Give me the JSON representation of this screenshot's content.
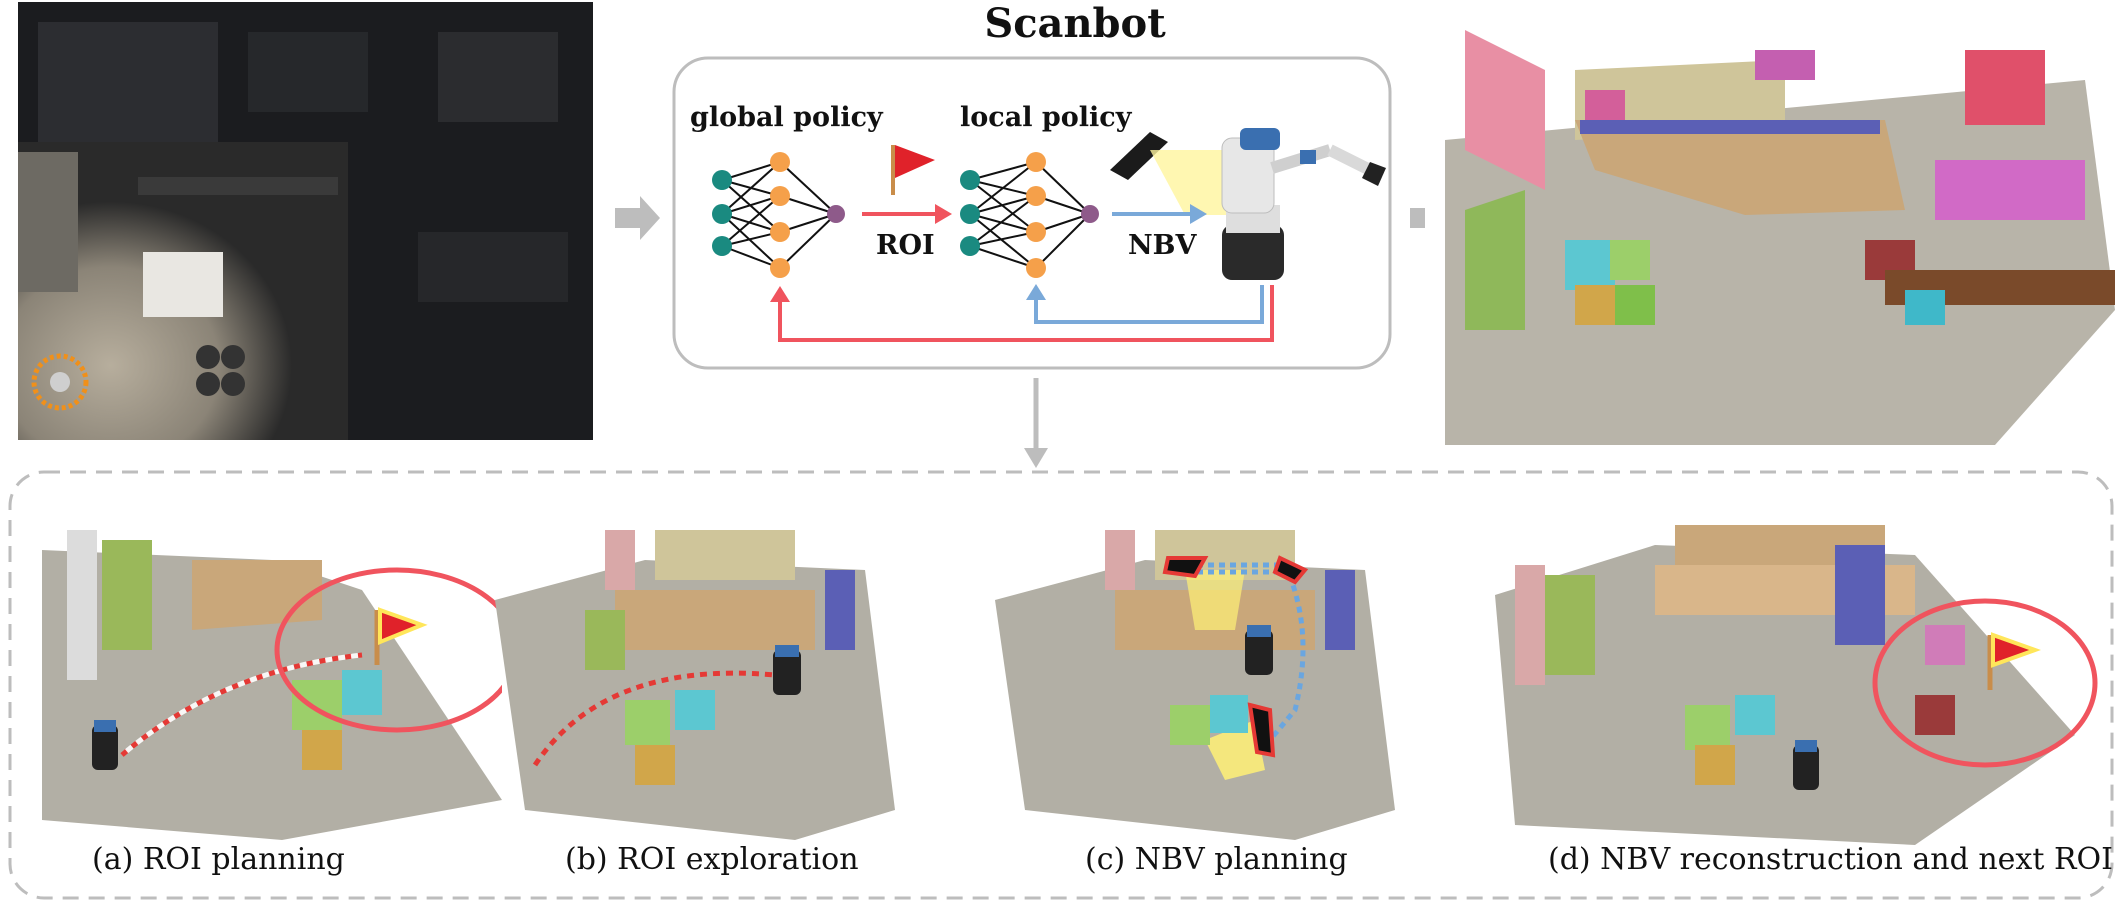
{
  "title": "Scanbot",
  "pipeline": {
    "global_label": "global policy",
    "local_label": "local policy",
    "roi_arrow_label": "ROI",
    "nbv_arrow_label": "NBV"
  },
  "captions": {
    "a": "(a) ROI planning",
    "b": "(b) ROI exploration",
    "c": "(c) NBV planning",
    "d": "(d) NBV reconstruction and next ROI"
  },
  "colors": {
    "roi_red": "#f0545e",
    "nbv_blue": "#7aa9d9",
    "node_teal": "#1a8a80",
    "node_orange": "#f5a04a",
    "node_purple": "#8e5a8a",
    "frame_gray": "#bdbdbd",
    "flag_red": "#e0222a"
  }
}
